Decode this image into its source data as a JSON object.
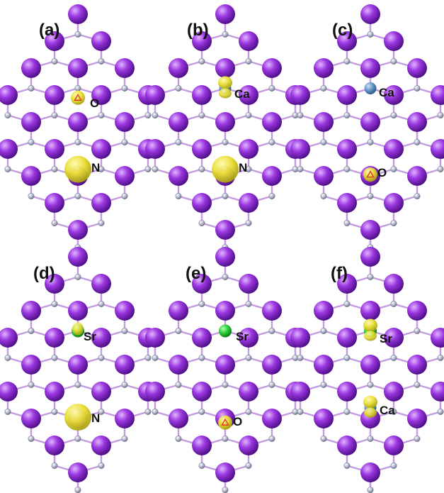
{
  "colors": {
    "large_atom": "#8e2bd6",
    "small_atom": "#a9aec4",
    "bond": "#c39be0",
    "isosurface": "#e6dc2c",
    "ca_atom": "#5f93c4",
    "sr_atom": "#24c83b",
    "o_atom": "#e03020"
  },
  "panels": [
    {
      "label": "(a)",
      "sites": [
        {
          "type": "O",
          "label": "O",
          "icon": "oxygen-atom-with-isosurface-icon",
          "iso": "small"
        },
        {
          "type": "N",
          "label": "N",
          "icon": "nitrogen-atom-with-isosurface-icon",
          "iso": "large"
        }
      ]
    },
    {
      "label": "(b)",
      "sites": [
        {
          "type": "Ca",
          "label": "Ca",
          "icon": "calcium-atom-with-isosurface-icon",
          "iso": "dumbbell"
        },
        {
          "type": "N",
          "label": "N",
          "icon": "nitrogen-atom-with-isosurface-icon",
          "iso": "large"
        }
      ]
    },
    {
      "label": "(c)",
      "sites": [
        {
          "type": "Ca",
          "label": "Ca",
          "icon": "calcium-atom-icon",
          "iso": "none"
        },
        {
          "type": "O",
          "label": "O",
          "icon": "oxygen-atom-with-isosurface-icon",
          "iso": "small"
        }
      ]
    },
    {
      "label": "(d)",
      "sites": [
        {
          "type": "Sr",
          "label": "Sr",
          "icon": "strontium-atom-with-isosurface-icon",
          "iso": "small"
        },
        {
          "type": "N",
          "label": "N",
          "icon": "nitrogen-atom-with-isosurface-icon",
          "iso": "large"
        }
      ]
    },
    {
      "label": "(e)",
      "sites": [
        {
          "type": "Sr",
          "label": "Sr",
          "icon": "strontium-atom-icon",
          "iso": "none"
        },
        {
          "type": "O",
          "label": "O",
          "icon": "oxygen-atom-with-isosurface-icon",
          "iso": "small"
        }
      ]
    },
    {
      "label": "(f)",
      "sites": [
        {
          "type": "Sr",
          "label": "Sr",
          "icon": "strontium-atom-with-isosurface-icon",
          "iso": "dumbbell"
        },
        {
          "type": "Ca",
          "label": "Ca",
          "icon": "calcium-atom-with-isosurface-icon",
          "iso": "dumbbell"
        }
      ]
    }
  ]
}
